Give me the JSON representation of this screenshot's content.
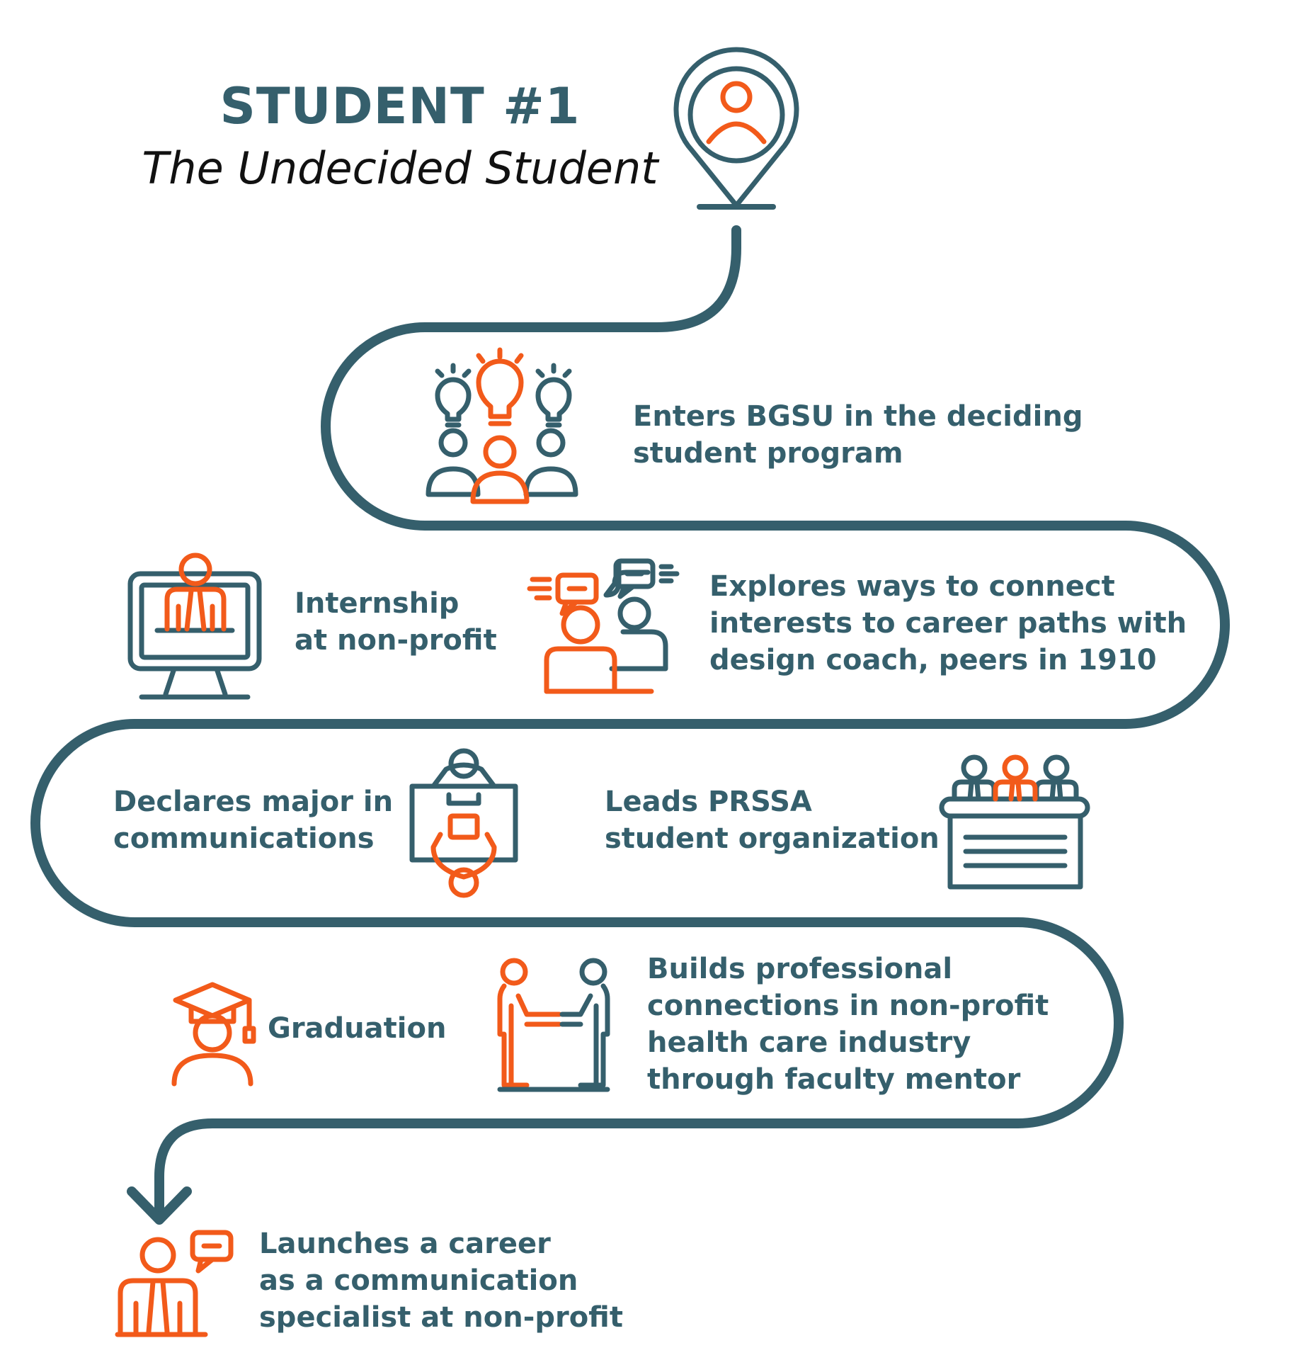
{
  "header": {
    "title": "STUDENT #1",
    "subtitle": "The Undecided Student"
  },
  "colors": {
    "teal": "#355f6c",
    "orange": "#f25a1a",
    "text": "#111111"
  },
  "steps": [
    {
      "icon": "location-pin-person-icon",
      "lines": []
    },
    {
      "icon": "idea-group-icon",
      "lines": [
        "Enters BGSU in the deciding",
        "student program"
      ]
    },
    {
      "icon": "conversation-icon",
      "lines": [
        "Explores ways to connect",
        "interests to career paths with",
        "design coach, peers in 1910"
      ]
    },
    {
      "icon": "computer-presenter-icon",
      "lines": [
        "Internship",
        "at non-profit"
      ]
    },
    {
      "icon": "meeting-table-icon",
      "lines": [
        "Declares major in",
        "communications"
      ]
    },
    {
      "icon": "panel-podium-icon",
      "lines": [
        "Leads PRSSA",
        "student organization"
      ]
    },
    {
      "icon": "handshake-icon",
      "lines": [
        "Builds professional",
        "connections in non-profit",
        "health care industry",
        "through faculty mentor"
      ]
    },
    {
      "icon": "graduate-icon",
      "lines": [
        "Graduation"
      ]
    },
    {
      "icon": "speaking-professional-icon",
      "lines": [
        "Launches a career",
        "as a communication",
        "specialist at non-profit"
      ]
    }
  ]
}
